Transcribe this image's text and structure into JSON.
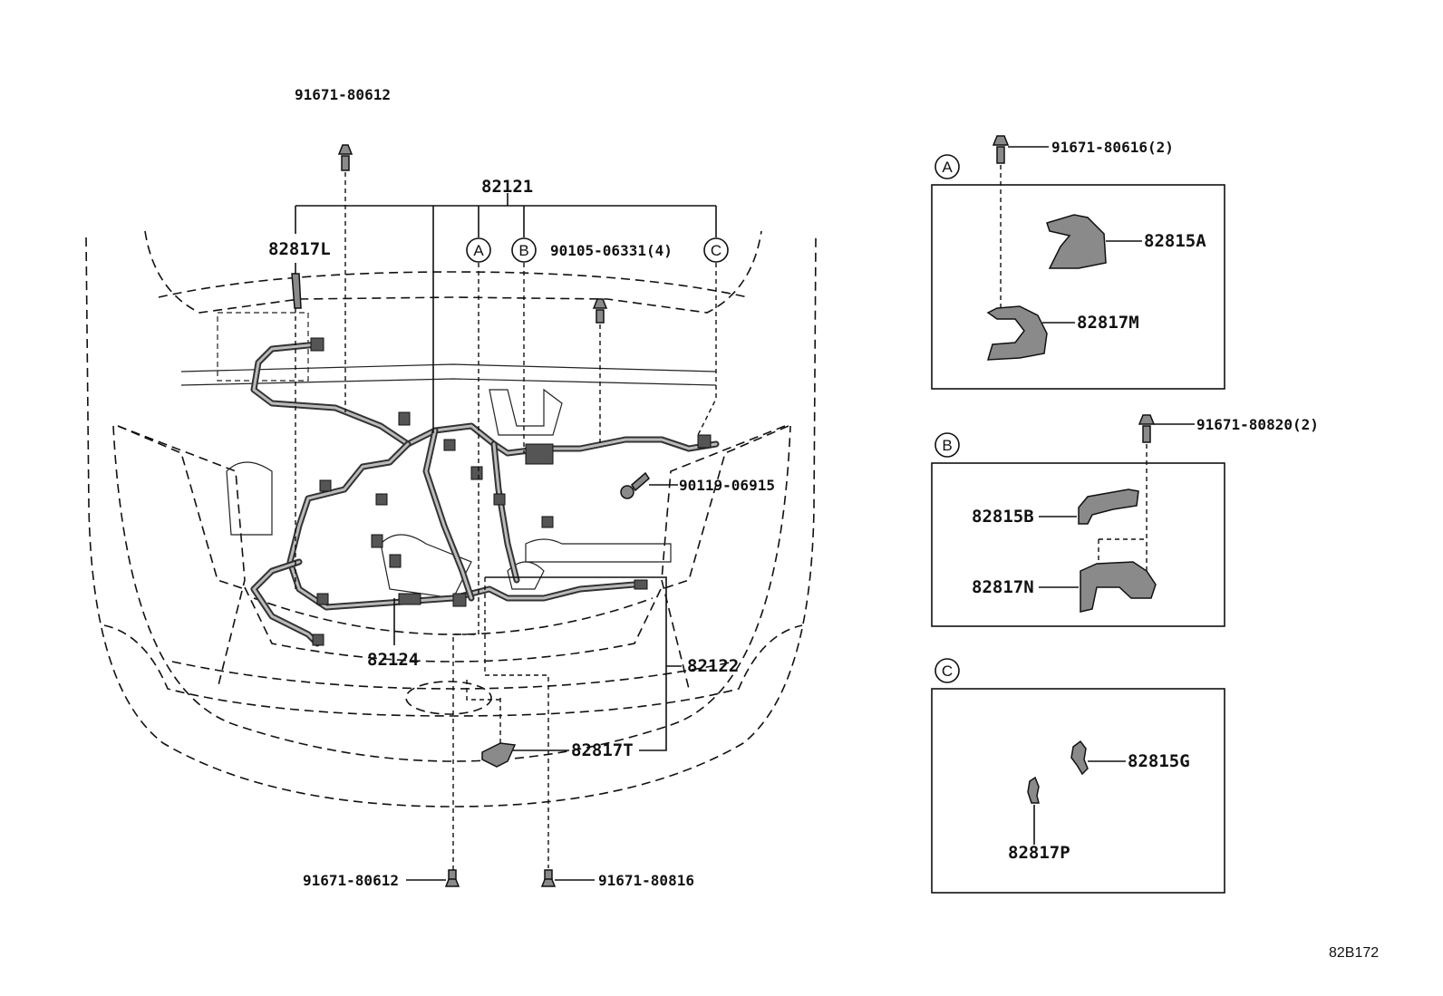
{
  "diagram": {
    "callouts": {
      "top_bolt": "91671-80612",
      "main_harness": "82121",
      "bracket_l": "82817L",
      "bolt_4": "90105-06331(4)",
      "bolt_side": "90119-06915",
      "harness_82124": "82124",
      "harness_82122": "82122",
      "bracket_t": "82817T",
      "bottom_bolt_1": "91671-80612",
      "bottom_bolt_2": "91671-80816"
    },
    "markers": {
      "a": "A",
      "b": "B",
      "c": "C"
    },
    "detail_a": {
      "marker": "A",
      "bolt": "91671-80616(2)",
      "part_1": "82815A",
      "part_2": "82817M"
    },
    "detail_b": {
      "marker": "B",
      "bolt": "91671-80820(2)",
      "part_1": "82815B",
      "part_2": "82817N"
    },
    "detail_c": {
      "marker": "C",
      "part_1": "82815G",
      "part_2": "82817P"
    },
    "drawing_code": "82B172"
  }
}
